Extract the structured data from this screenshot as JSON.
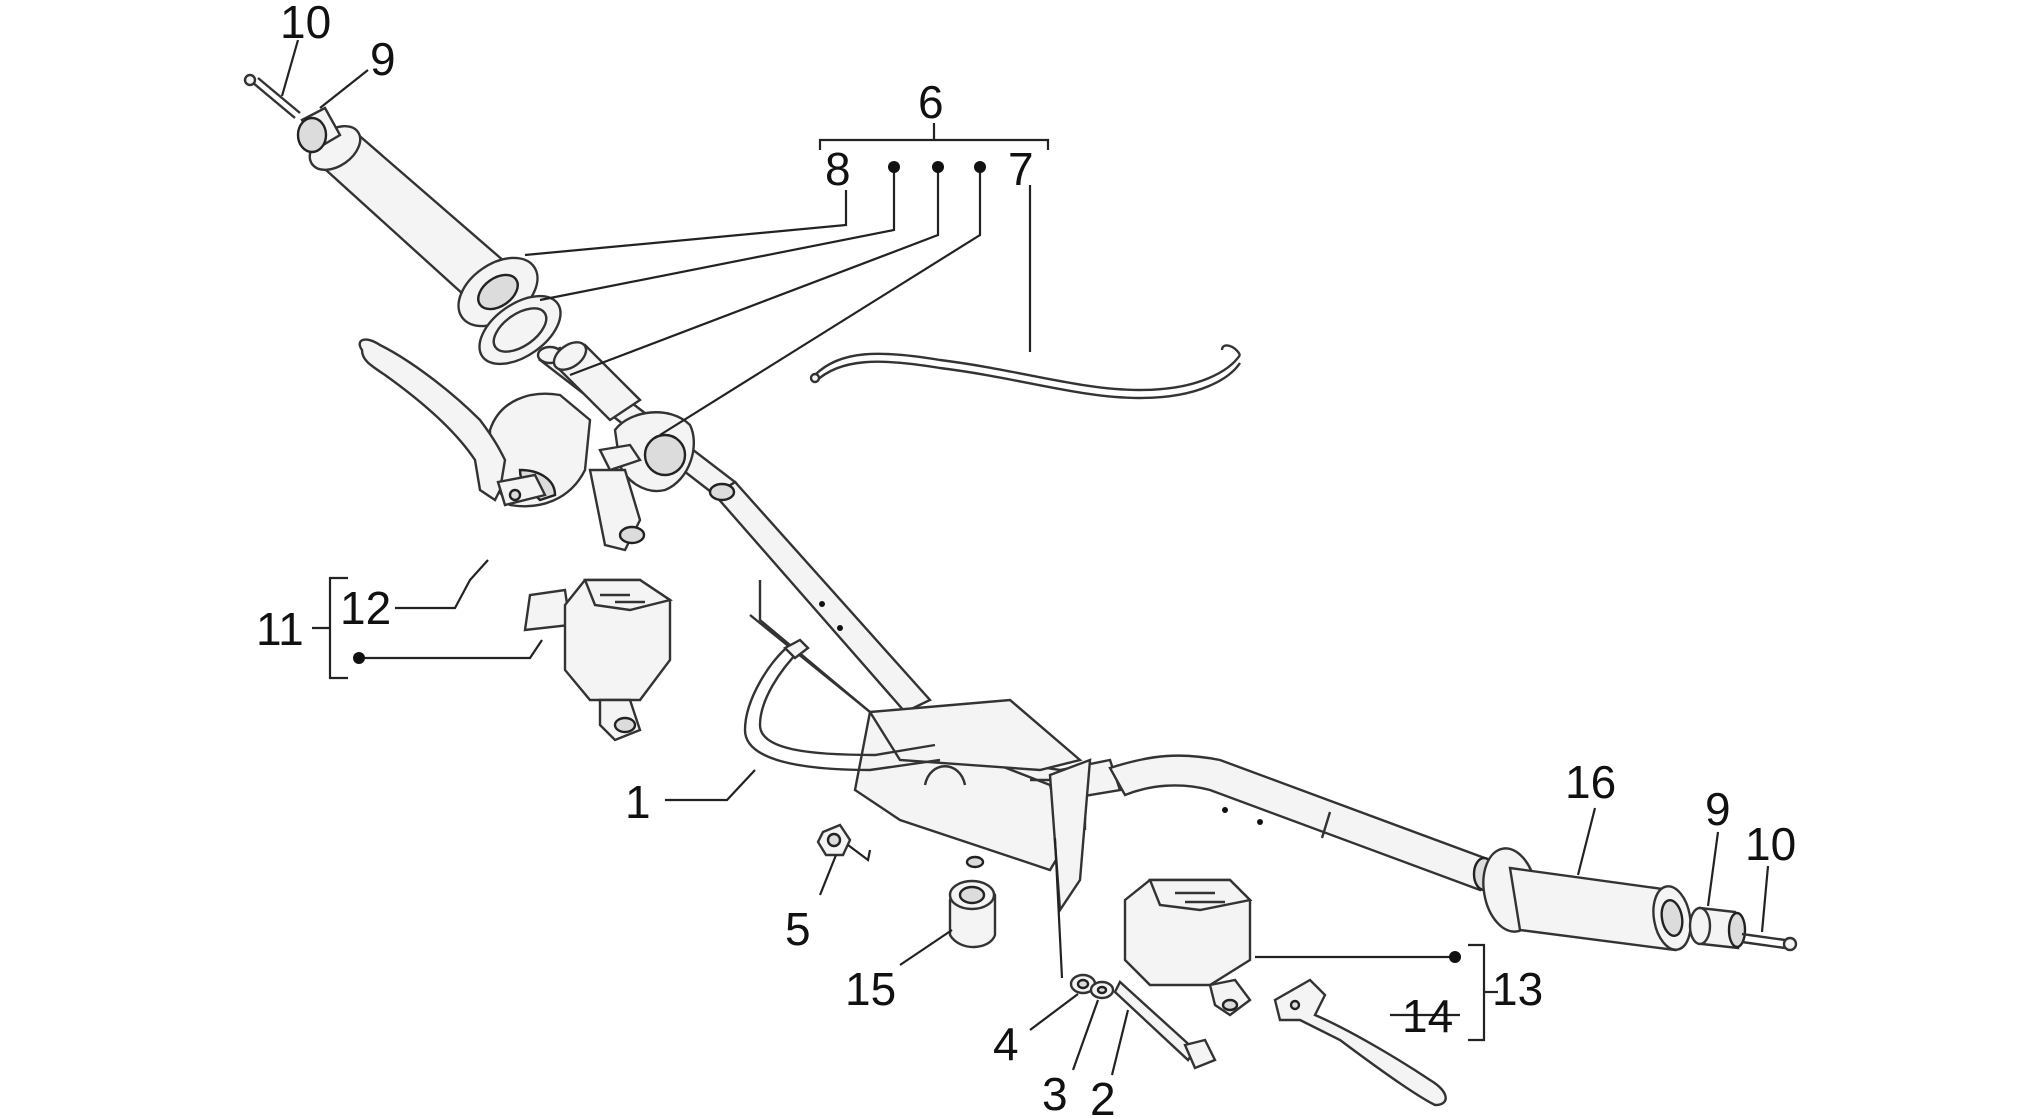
{
  "callouts": {
    "c1": "1",
    "c2": "2",
    "c3": "3",
    "c4": "4",
    "c5": "5",
    "c6": "6",
    "c7": "7",
    "c8": "8",
    "c9a": "9",
    "c9b": "9",
    "c10a": "10",
    "c10b": "10",
    "c11": "11",
    "c12": "12",
    "c13": "13",
    "c14": "14",
    "c15": "15",
    "c16": "16"
  },
  "colors": {
    "line": "#222222",
    "part_fill": "#f4f4f4",
    "shadow": "#dcdcdc"
  }
}
